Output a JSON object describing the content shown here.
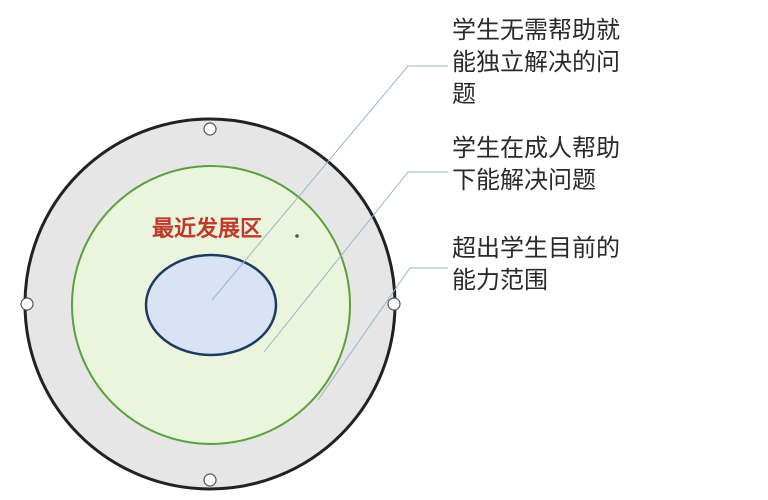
{
  "diagram": {
    "center_title": "最近发展区",
    "labels": {
      "independent": [
        "学生无需帮助就",
        "能独立解决的问",
        "题"
      ],
      "with_help": [
        "学生在成人帮助",
        "下能解决问题"
      ],
      "beyond": [
        "超出学生目前的",
        "能力范围"
      ]
    },
    "colors": {
      "outer_fill": "#e6e6e6",
      "outer_stroke": "#222222",
      "middle_fill": "#e9f5dc",
      "middle_stroke": "#5aa03c",
      "inner_fill": "#d8e4f5",
      "inner_stroke": "#1f3a5f",
      "leader_line": "#9fb3c8",
      "title_color": "#c0392b",
      "text_color": "#2a2a2a"
    }
  }
}
